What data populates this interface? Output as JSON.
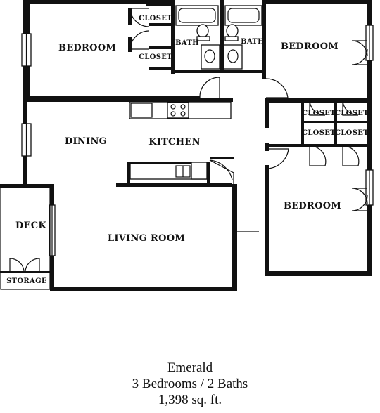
{
  "rooms": {
    "bedroom_top_left": "BEDROOM",
    "closet_upper": "CLOSET",
    "closet_lower": "CLOSET",
    "bath_left": "BATH",
    "bath_right": "BATH",
    "bedroom_top_right": "BEDROOM",
    "closet_r1": "CLOSET",
    "closet_r2": "CLOSET",
    "closet_r3": "CLOSET",
    "closet_r4": "CLOSET",
    "dining": "DINING",
    "kitchen": "KITCHEN",
    "bedroom_bottom_right": "BEDROOM",
    "deck": "DECK",
    "living_room": "LIVING ROOM",
    "storage": "STORAGE"
  },
  "caption": {
    "name": "Emerald",
    "layout": "3 Bedrooms / 2 Baths",
    "area": "1,398 sq. ft."
  }
}
